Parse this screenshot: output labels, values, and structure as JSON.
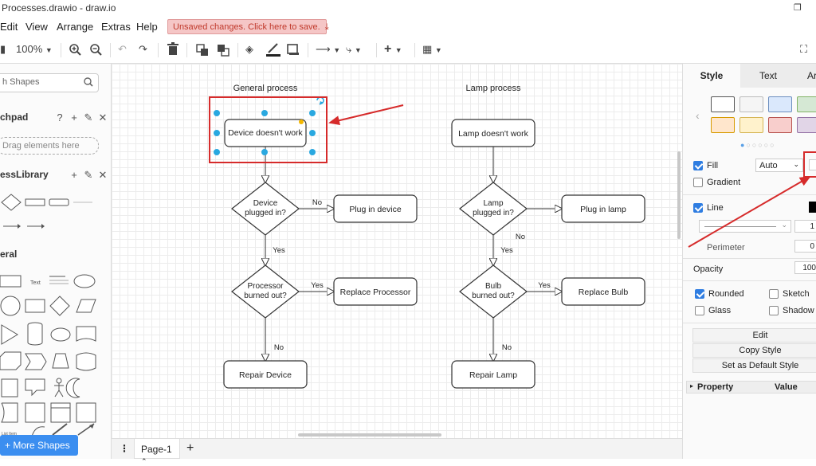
{
  "titlebar": {
    "title": "Processes.drawio - draw.io"
  },
  "menu": {
    "items": [
      "Edit",
      "View",
      "Arrange",
      "Extras",
      "Help"
    ]
  },
  "unsaved": {
    "label": "Unsaved changes. Click here to save."
  },
  "toolbar": {
    "zoom": "100%"
  },
  "sidebar": {
    "search_placeholder": "h Shapes",
    "scratchpad": "chpad",
    "drag_hint": "Drag elements here",
    "library": "essLibrary",
    "general": "eral",
    "more_shapes": "+ More Shapes"
  },
  "diagram": {
    "general": {
      "title": "General process",
      "start": "Device doesn't work",
      "d1": [
        "Device",
        "plugged in?"
      ],
      "d1_no": "No",
      "d1_yes": "Yes",
      "a1": "Plug in device",
      "d2": [
        "Processor",
        "burned out?"
      ],
      "d2_yes": "Yes",
      "d2_no": "No",
      "a2": "Replace Processor",
      "end": "Repair Device"
    },
    "lamp": {
      "title": "Lamp process",
      "start": "Lamp doesn't work",
      "d1": [
        "Lamp",
        "plugged in?"
      ],
      "d1_no": "No",
      "d1_yes": "Yes",
      "a1": "Plug in lamp",
      "d2": [
        "Bulb",
        "burned out?"
      ],
      "d2_yes": "Yes",
      "d2_no": "No",
      "a2": "Replace Bulb",
      "end": "Repair Lamp"
    }
  },
  "pages": {
    "current": "Page-1"
  },
  "format": {
    "tabs": [
      "Style",
      "Text",
      "Ar"
    ],
    "fill": "Fill",
    "fill_mode": "Auto",
    "gradient": "Gradient",
    "line": "Line",
    "perimeter": "Perimeter",
    "perimeter_value": "0",
    "line_width_value": "1",
    "opacity": "Opacity",
    "opacity_value": "100",
    "rounded": "Rounded",
    "sketch": "Sketch",
    "glass": "Glass",
    "shadow": "Shadow",
    "edit": "Edit",
    "copy_style": "Copy Style",
    "set_default": "Set as Default Style",
    "property": "Property",
    "value": "Value"
  },
  "colors": {
    "accent": "#2f7de1",
    "annotation": "#d62b2b",
    "selection": "#29a8e0"
  }
}
